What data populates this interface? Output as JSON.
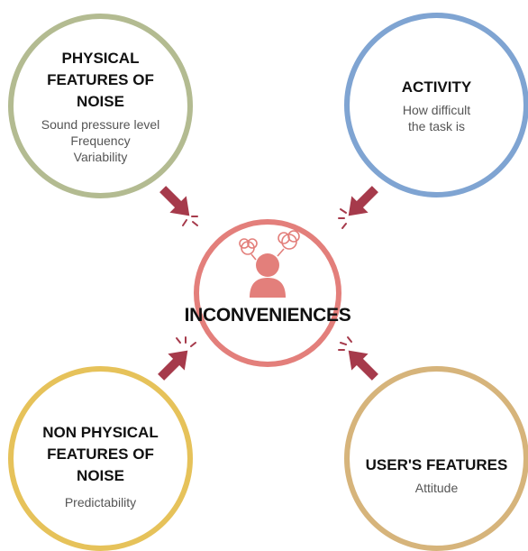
{
  "center": {
    "title": "INCONVENIENCES"
  },
  "physical": {
    "title_lines": [
      "PHYSICAL",
      "FEATURES OF",
      "NOISE"
    ],
    "items": [
      "Sound pressure level",
      "Frequency",
      "Variability"
    ]
  },
  "activity": {
    "title": "ACTIVITY",
    "items": [
      "How difficult",
      "the task is"
    ]
  },
  "nonphysical": {
    "title_lines": [
      "NON PHYSICAL",
      "FEATURES OF",
      "NOISE"
    ],
    "items": [
      "Predictability"
    ]
  },
  "user": {
    "title": "USER'S FEATURES",
    "items": [
      "Attitude"
    ]
  },
  "icons": [
    "person-icon",
    "speech-bubble-icon",
    "arrow-icon"
  ],
  "colors": {
    "physical": "#b3bb91",
    "activity": "#7fa4d2",
    "nonphysical": "#e6c25a",
    "user": "#d6b47b",
    "center": "#e37f7b",
    "arrow": "#a63a4b"
  }
}
